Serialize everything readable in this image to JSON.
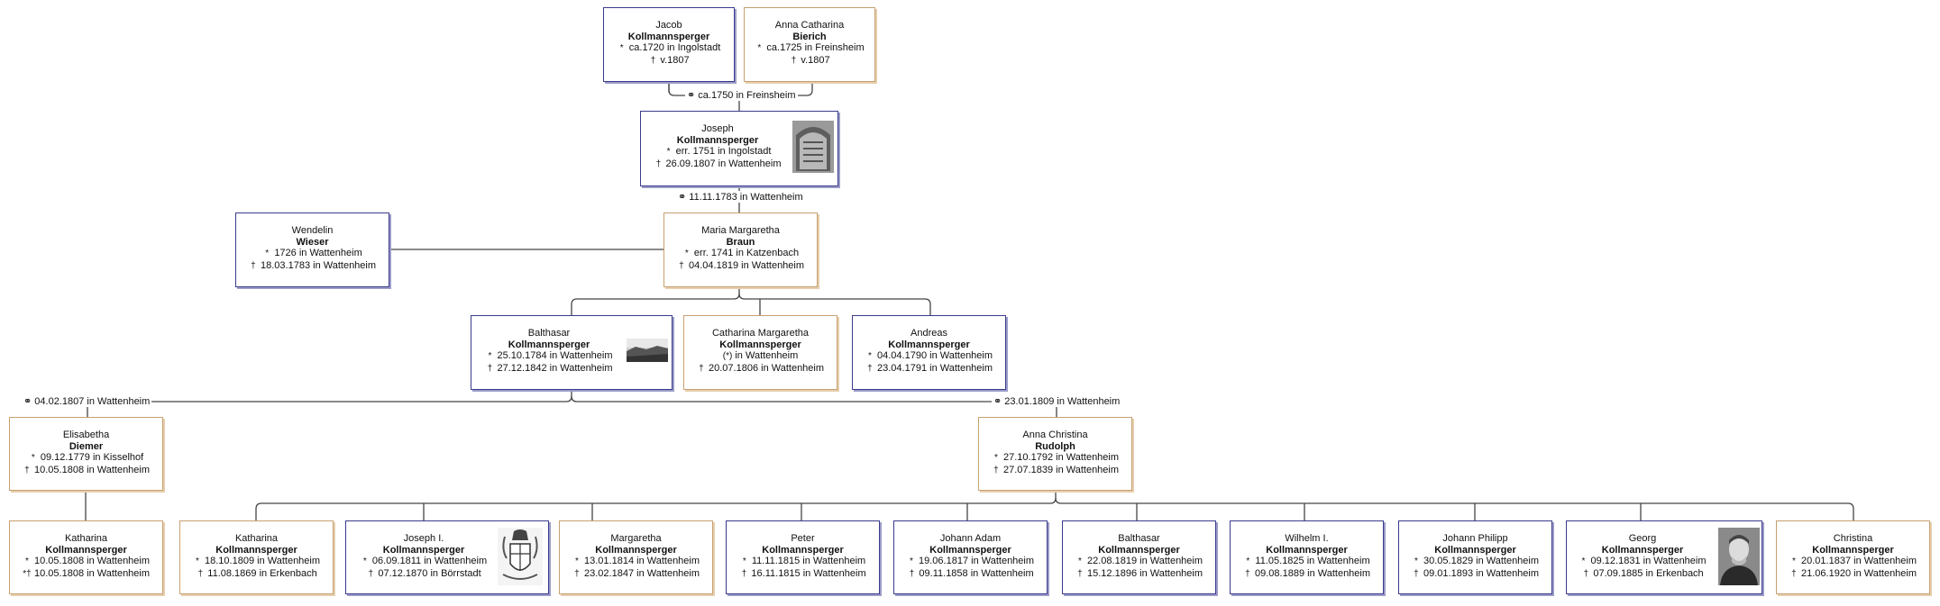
{
  "people": {
    "jacob": {
      "given": "Jacob",
      "surname": "Kollmannsperger",
      "birth_sym": "*",
      "birth": "ca.1720 in Ingolstadt",
      "death_sym": "†",
      "death": "v.1807"
    },
    "anna_catharina": {
      "given": "Anna Catharina",
      "surname": "Bierich",
      "birth_sym": "*",
      "birth": "ca.1725 in Freinsheim",
      "death_sym": "†",
      "death": "v.1807"
    },
    "joseph": {
      "given": "Joseph",
      "surname": "Kollmannsperger",
      "birth_sym": "*",
      "birth": "err. 1751 in Ingolstadt",
      "death_sym": "†",
      "death": "26.09.1807 in Wattenheim"
    },
    "wendelin": {
      "given": "Wendelin",
      "surname": "Wieser",
      "birth_sym": "*",
      "birth": "1726 in Wattenheim",
      "death_sym": "†",
      "death": "18.03.1783 in Wattenheim"
    },
    "maria_margaretha": {
      "given": "Maria Margaretha",
      "surname": "Braun",
      "birth_sym": "*",
      "birth": "err. 1741 in Katzenbach",
      "death_sym": "†",
      "death": "04.04.1819 in Wattenheim"
    },
    "balthasar_sr": {
      "given": "Balthasar",
      "surname": "Kollmannsperger",
      "birth_sym": "*",
      "birth": "25.10.1784 in Wattenheim",
      "death_sym": "†",
      "death": "27.12.1842 in Wattenheim"
    },
    "catharina_margaretha": {
      "given": "Catharina Margaretha",
      "surname": "Kollmannsperger",
      "birth_sym": "(*)",
      "birth": "in Wattenheim",
      "death_sym": "†",
      "death": "20.07.1806 in Wattenheim"
    },
    "andreas": {
      "given": "Andreas",
      "surname": "Kollmannsperger",
      "birth_sym": "*",
      "birth": "04.04.1790 in Wattenheim",
      "death_sym": "†",
      "death": "23.04.1791 in Wattenheim"
    },
    "elisabetha": {
      "given": "Elisabetha",
      "surname": "Diemer",
      "birth_sym": "*",
      "birth": "09.12.1779 in Kisselhof",
      "death_sym": "†",
      "death": "10.05.1808 in Wattenheim"
    },
    "anna_christina": {
      "given": "Anna Christina",
      "surname": "Rudolph",
      "birth_sym": "*",
      "birth": "27.10.1792 in Wattenheim",
      "death_sym": "†",
      "death": "27.07.1839 in Wattenheim"
    },
    "katharina_1": {
      "given": "Katharina",
      "surname": "Kollmannsperger",
      "birth_sym": "*",
      "birth": "10.05.1808 in Wattenheim",
      "death_sym": "*†",
      "death": "10.05.1808 in Wattenheim"
    },
    "katharina_2": {
      "given": "Katharina",
      "surname": "Kollmannsperger",
      "birth_sym": "*",
      "birth": "18.10.1809 in Wattenheim",
      "death_sym": "†",
      "death": "11.08.1869 in Erkenbach"
    },
    "joseph_i": {
      "given": "Joseph I.",
      "surname": "Kollmannsperger",
      "birth_sym": "*",
      "birth": "06.09.1811 in Wattenheim",
      "death_sym": "†",
      "death": "07.12.1870 in Börrstadt"
    },
    "margaretha": {
      "given": "Margaretha",
      "surname": "Kollmannsperger",
      "birth_sym": "*",
      "birth": "13.01.1814 in Wattenheim",
      "death_sym": "†",
      "death": "23.02.1847 in Wattenheim"
    },
    "peter": {
      "given": "Peter",
      "surname": "Kollmannsperger",
      "birth_sym": "*",
      "birth": "11.11.1815 in Wattenheim",
      "death_sym": "†",
      "death": "16.11.1815 in Wattenheim"
    },
    "johann_adam": {
      "given": "Johann Adam",
      "surname": "Kollmannsperger",
      "birth_sym": "*",
      "birth": "19.06.1817 in Wattenheim",
      "death_sym": "†",
      "death": "09.11.1858 in Wattenheim"
    },
    "balthasar_jr": {
      "given": "Balthasar",
      "surname": "Kollmannsperger",
      "birth_sym": "*",
      "birth": "22.08.1819 in Wattenheim",
      "death_sym": "†",
      "death": "15.12.1896 in Wattenheim"
    },
    "wilhelm_i": {
      "given": "Wilhelm I.",
      "surname": "Kollmannsperger",
      "birth_sym": "*",
      "birth": "11.05.1825 in Wattenheim",
      "death_sym": "†",
      "death": "09.08.1889 in Wattenheim"
    },
    "johann_philipp": {
      "given": "Johann Philipp",
      "surname": "Kollmannsperger",
      "birth_sym": "*",
      "birth": "30.05.1829 in Wattenheim",
      "death_sym": "†",
      "death": "09.01.1893 in Wattenheim"
    },
    "georg": {
      "given": "Georg",
      "surname": "Kollmannsperger",
      "birth_sym": "*",
      "birth": "09.12.1831 in Wattenheim",
      "death_sym": "†",
      "death": "07.09.1885 in Erkenbach"
    },
    "christina": {
      "given": "Christina",
      "surname": "Kollmannsperger",
      "birth_sym": "*",
      "birth": "20.01.1837 in Wattenheim",
      "death_sym": "†",
      "death": "21.06.1920 in Wattenheim"
    }
  },
  "marriages": {
    "jacob_anna": {
      "symbol": "⚭",
      "text": "ca.1750 in Freinsheim"
    },
    "joseph_maria": {
      "symbol": "⚭",
      "text": "11.11.1783 in Wattenheim"
    },
    "balthasar_elisabetha": {
      "symbol": "⚭",
      "text": "04.02.1807 in Wattenheim"
    },
    "balthasar_anna": {
      "symbol": "⚭",
      "text": "23.01.1809 in Wattenheim"
    }
  },
  "colors": {
    "male_border": "#3a3a8c",
    "female_border": "#c8a070",
    "line": "#333333"
  }
}
